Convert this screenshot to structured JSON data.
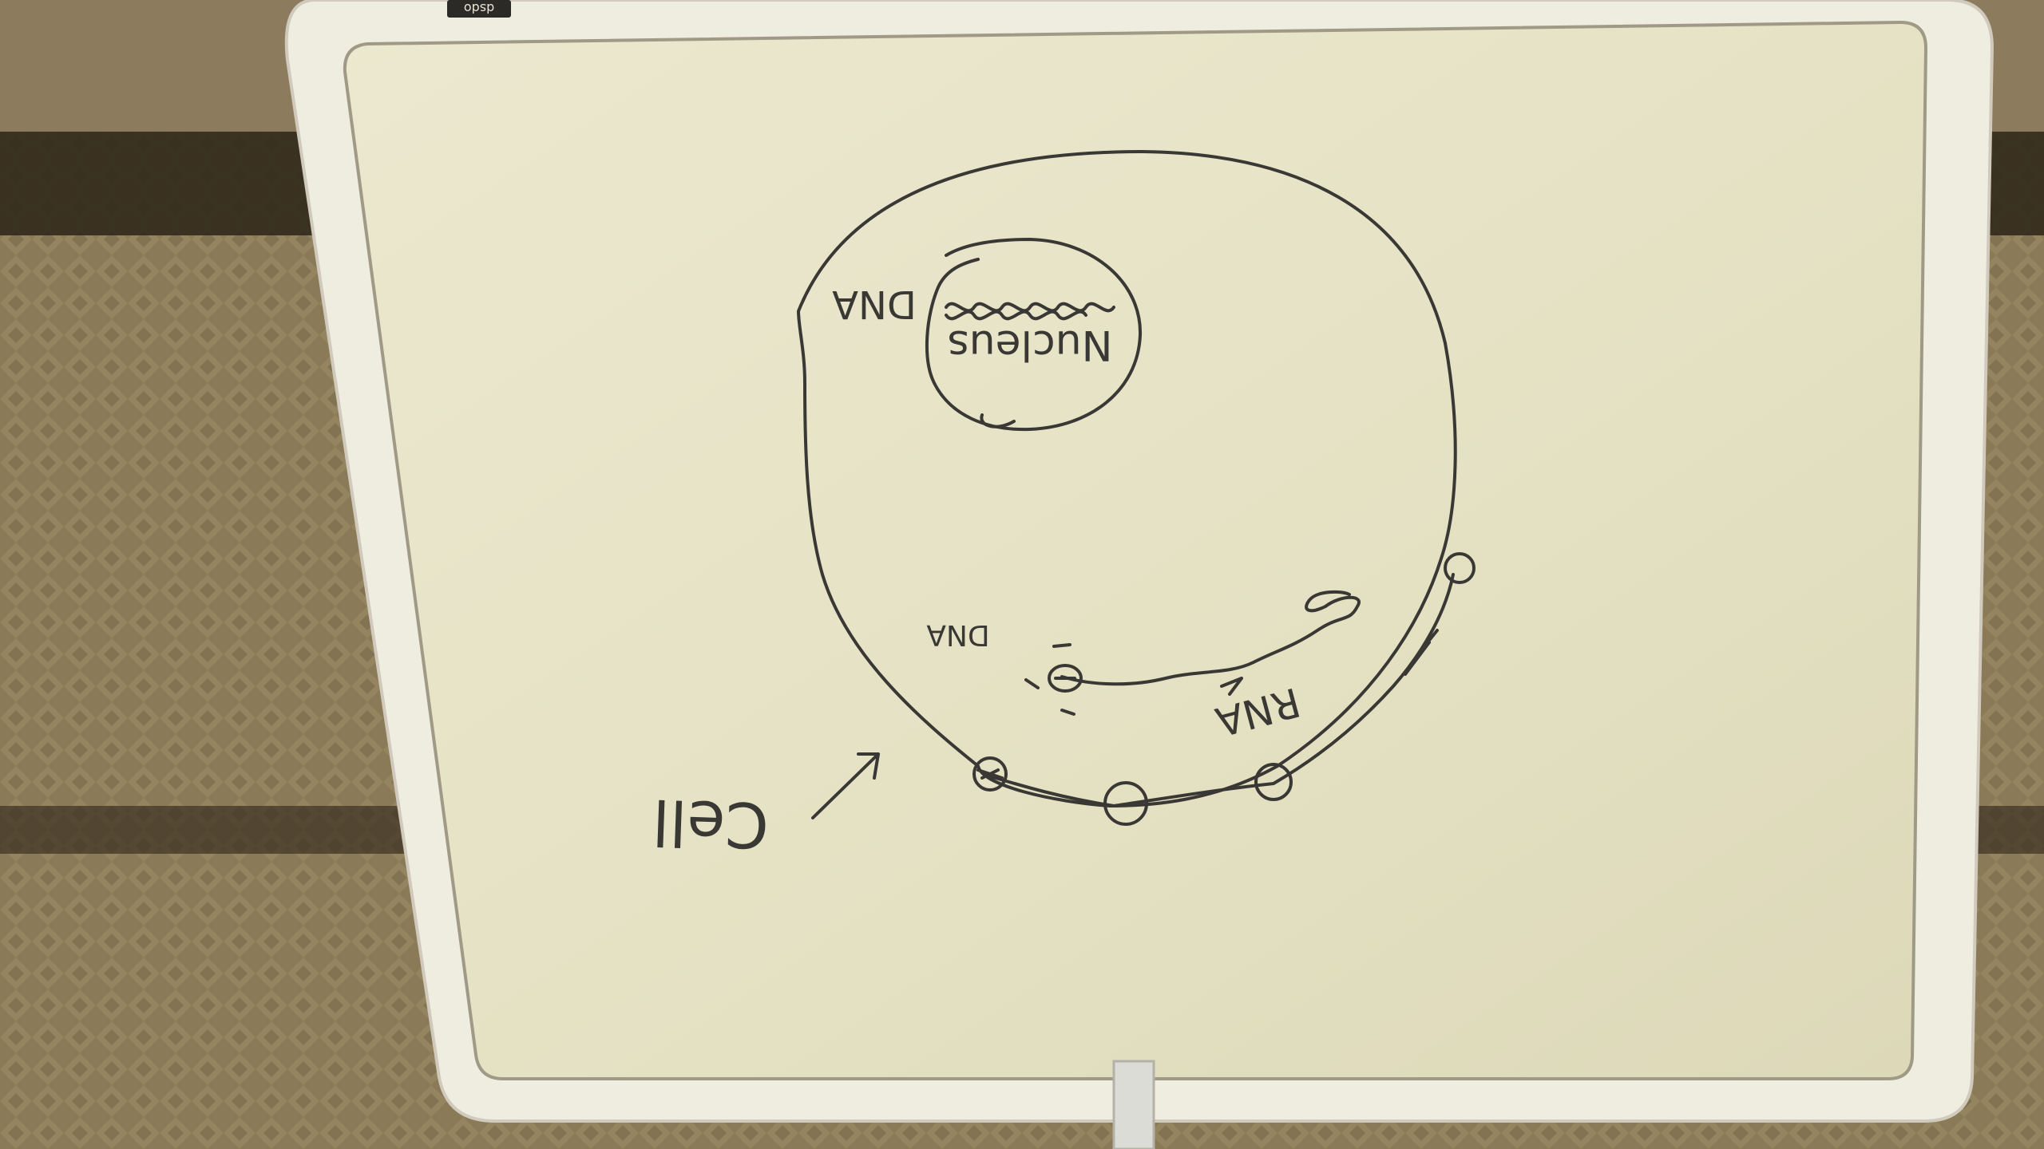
{
  "photo": {
    "subject": "upside-down whiteboard drawing of a cell",
    "colors": {
      "board_surface": "#e6e3c6",
      "board_frame": "#efece0",
      "marker": "#3a3834",
      "sofa_fabric": "#8a7a58",
      "sofa_dark": "#2b2418"
    }
  },
  "whiteboard": {
    "brand_text": "dsdo",
    "labels": {
      "cell": "Cell",
      "nucleus": "Nucleus",
      "dna_nucleus": "DNA",
      "dna_ribosome": "DNA",
      "rna": "RNA"
    }
  }
}
